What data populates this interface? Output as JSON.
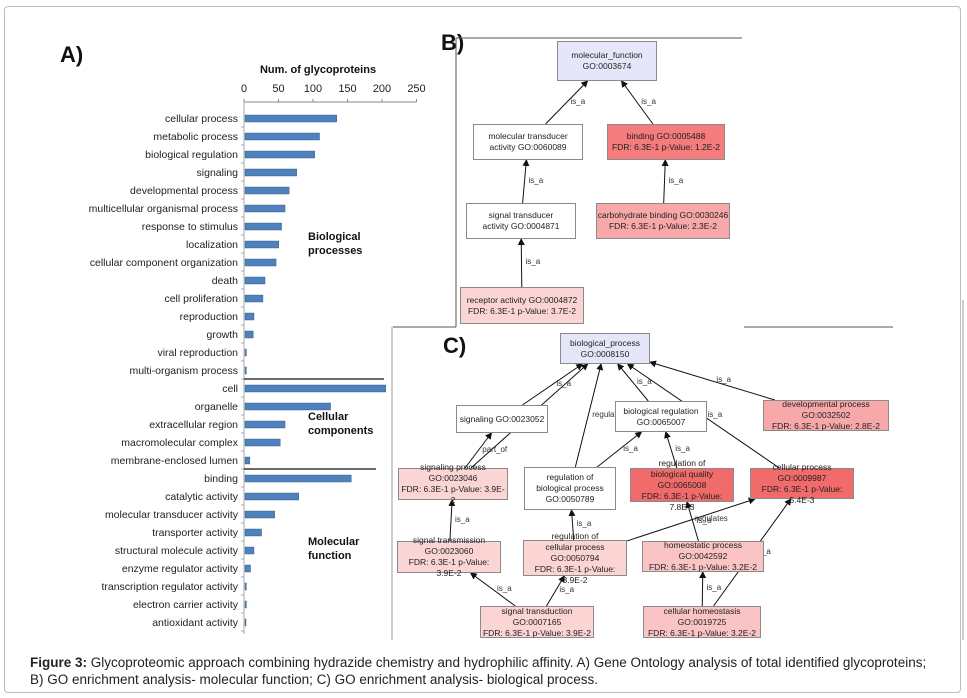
{
  "figure": {
    "panel_labels": {
      "a": "A)",
      "b": "B)",
      "c": "C)"
    },
    "caption_bold": "Figure 3:",
    "caption_text": " Glycoproteomic approach combining hydrazide chemistry and hydrophilic affinity. A) Gene Ontology analysis of total identified glycoproteins; B) GO enrichment analysis- molecular function; C) GO enrichment analysis- biological process."
  },
  "chart_data": {
    "type": "bar",
    "orientation": "horizontal",
    "title": "",
    "xlabel": "Num. of glycoproteins",
    "ylabel": "",
    "xlim": [
      0,
      250
    ],
    "xticks": [
      0,
      50,
      100,
      150,
      200,
      250
    ],
    "axis_position": "top",
    "grid": false,
    "bar_color": "#4f81bd",
    "groups": [
      {
        "name": "Biological processes",
        "categories": [
          "cellular process",
          "metabolic process",
          "biological regulation",
          "signaling",
          "developmental process",
          "multicellular organismal process",
          "response to stimulus",
          "localization",
          "cellular component organization",
          "death",
          "cell proliferation",
          "reproduction",
          "growth",
          "viral reproduction",
          "multi-organism process"
        ],
        "values": [
          133,
          108,
          101,
          75,
          64,
          58,
          53,
          49,
          45,
          29,
          26,
          13,
          12,
          2,
          2
        ]
      },
      {
        "name": "Cellular components",
        "categories": [
          "cell",
          "organelle",
          "extracellular region",
          "macromolecular complex",
          "membrane-enclosed lumen"
        ],
        "values": [
          204,
          124,
          58,
          51,
          7
        ]
      },
      {
        "name": "Molecular function",
        "categories": [
          "binding",
          "catalytic activity",
          "molecular transducer activity",
          "transporter activity",
          "structural molecule activity",
          "enzyme regulator activity",
          "transcription regulator activity",
          "electron carrier activity",
          "antioxidant activity"
        ],
        "values": [
          154,
          78,
          43,
          24,
          13,
          8,
          2,
          2,
          1
        ]
      }
    ],
    "group_labels": [
      "Biological\nprocesses",
      "Cellular\ncomponents",
      "Molecular\nfunction"
    ]
  },
  "panel_b": {
    "nodes": [
      {
        "id": "mf",
        "line1": "molecular_function",
        "line2": "GO:0003674",
        "fill": "#e6e6fa"
      },
      {
        "id": "mta",
        "line1": "molecular transducer",
        "line2": "activity GO:0060089",
        "fill": "#ffffff"
      },
      {
        "id": "bind",
        "line1": "binding GO:0005488",
        "line2": "FDR: 6.3E-1 p-Value: 1.2E-2",
        "fill": "#f47c7c"
      },
      {
        "id": "sta",
        "line1": "signal transducer",
        "line2": "activity GO:0004871",
        "fill": "#ffffff"
      },
      {
        "id": "carb",
        "line1": "carbohydrate binding GO:0030246",
        "line2": "FDR: 6.3E-1 p-Value: 2.3E-2",
        "fill": "#f8a8a8"
      },
      {
        "id": "rec",
        "line1": "receptor activity GO:0004872",
        "line2": "FDR: 6.3E-1 p-Value: 3.7E-2",
        "fill": "#fbd4d4"
      }
    ],
    "edges": [
      {
        "from": "mta",
        "to": "mf",
        "label": "is_a"
      },
      {
        "from": "bind",
        "to": "mf",
        "label": "is_a"
      },
      {
        "from": "sta",
        "to": "mta",
        "label": "is_a"
      },
      {
        "from": "carb",
        "to": "bind",
        "label": "is_a"
      },
      {
        "from": "rec",
        "to": "sta",
        "label": "is_a"
      }
    ]
  },
  "panel_c": {
    "nodes": [
      {
        "id": "bp",
        "line1": "biological_process",
        "line2": "GO:0008150",
        "line3": "",
        "fill": "#e6e6fa"
      },
      {
        "id": "sig",
        "line1": "signaling GO:0023052",
        "line2": "",
        "line3": "",
        "fill": "#ffffff"
      },
      {
        "id": "breg",
        "line1": "biological regulation",
        "line2": "GO:0065007",
        "line3": "",
        "fill": "#ffffff"
      },
      {
        "id": "dev",
        "line1": "developmental process GO:0032502",
        "line2": "FDR: 6.3E-1 p-Value: 2.8E-2",
        "line3": "",
        "fill": "#f8a8a8"
      },
      {
        "id": "sigp",
        "line1": "signaling process GO:0023046",
        "line2": "FDR: 6.3E-1 p-Value: 3.9E-2",
        "line3": "",
        "fill": "#fbd4d4"
      },
      {
        "id": "rbp",
        "line1": "regulation of",
        "line2": "biological process",
        "line3": "GO:0050789",
        "fill": "#ffffff"
      },
      {
        "id": "rbq",
        "line1": "regulation of",
        "line2": "biological quality GO:0065008",
        "line3": "FDR: 6.3E-1 p-Value: 7.8E-3",
        "fill": "#f26b6b"
      },
      {
        "id": "cp",
        "line1": "cellular process GO:0009987",
        "line2": "FDR: 6.3E-1 p-Value: 5.4E-3",
        "line3": "",
        "fill": "#f26b6b"
      },
      {
        "id": "stm",
        "line1": "signal transmission GO:0023060",
        "line2": "FDR: 6.3E-1 p-Value: 3.9E-2",
        "line3": "",
        "fill": "#fbd4d4"
      },
      {
        "id": "rcp",
        "line1": "regulation of",
        "line2": "cellular process GO:0050794",
        "line3": "FDR: 6.3E-1 p-Value: 3.9E-2",
        "fill": "#fbd4d4"
      },
      {
        "id": "hom",
        "line1": "homeostatic process GO:0042592",
        "line2": "FDR: 6.3E-1 p-Value: 3.2E-2",
        "line3": "",
        "fill": "#fbc4c4"
      },
      {
        "id": "std",
        "line1": "signal transduction GO:0007165",
        "line2": "FDR: 6.3E-1 p-Value: 3.9E-2",
        "line3": "",
        "fill": "#fbd4d4"
      },
      {
        "id": "chom",
        "line1": "cellular homeostasis GO:0019725",
        "line2": "FDR: 6.3E-1 p-Value: 3.2E-2",
        "line3": "",
        "fill": "#fbc4c4"
      }
    ],
    "edges": [
      {
        "from": "sig",
        "to": "bp",
        "label": "is_a"
      },
      {
        "from": "breg",
        "to": "bp",
        "label": "is_a"
      },
      {
        "from": "dev",
        "to": "bp",
        "label": "is_a"
      },
      {
        "from": "sigp",
        "to": "bp",
        "label": "is_a"
      },
      {
        "from": "rbp",
        "to": "bp",
        "label": "regulates"
      },
      {
        "from": "cp",
        "to": "bp",
        "label": "is_a"
      },
      {
        "from": "sigp",
        "to": "sig",
        "label": "part_of"
      },
      {
        "from": "rbp",
        "to": "breg",
        "label": "is_a"
      },
      {
        "from": "rbq",
        "to": "breg",
        "label": "is_a"
      },
      {
        "from": "stm",
        "to": "sigp",
        "label": "is_a"
      },
      {
        "from": "rcp",
        "to": "rbp",
        "label": "is_a"
      },
      {
        "from": "rcp",
        "to": "cp",
        "label": "regulates"
      },
      {
        "from": "hom",
        "to": "rbq",
        "label": "is_a"
      },
      {
        "from": "std",
        "to": "stm",
        "label": "is_a"
      },
      {
        "from": "std",
        "to": "rcp",
        "label": "is_a"
      },
      {
        "from": "chom",
        "to": "hom",
        "label": "is_a"
      },
      {
        "from": "chom",
        "to": "cp",
        "label": "is_a"
      }
    ]
  }
}
